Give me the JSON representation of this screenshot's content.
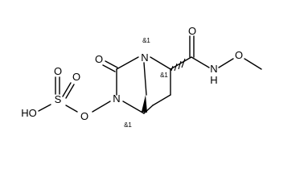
{
  "molecule": {
    "atoms": {
      "ring_n": "N",
      "sulfonyl_n": "N",
      "carbonyl_o_left": "O",
      "carbonyl_o_right": "O",
      "ether_o_link": "O",
      "ether_o_methoxy": "O",
      "amide_nh": "N",
      "amide_h": "H",
      "sulfur": "S",
      "sulfonyl_o_top": "O",
      "sulfonyl_o_right": "O",
      "hydroxyl": "HO"
    },
    "stereo_labels": {
      "n_bridgehead": "&1",
      "c_alpha": "&1",
      "c_bridgehead": "&1"
    }
  }
}
